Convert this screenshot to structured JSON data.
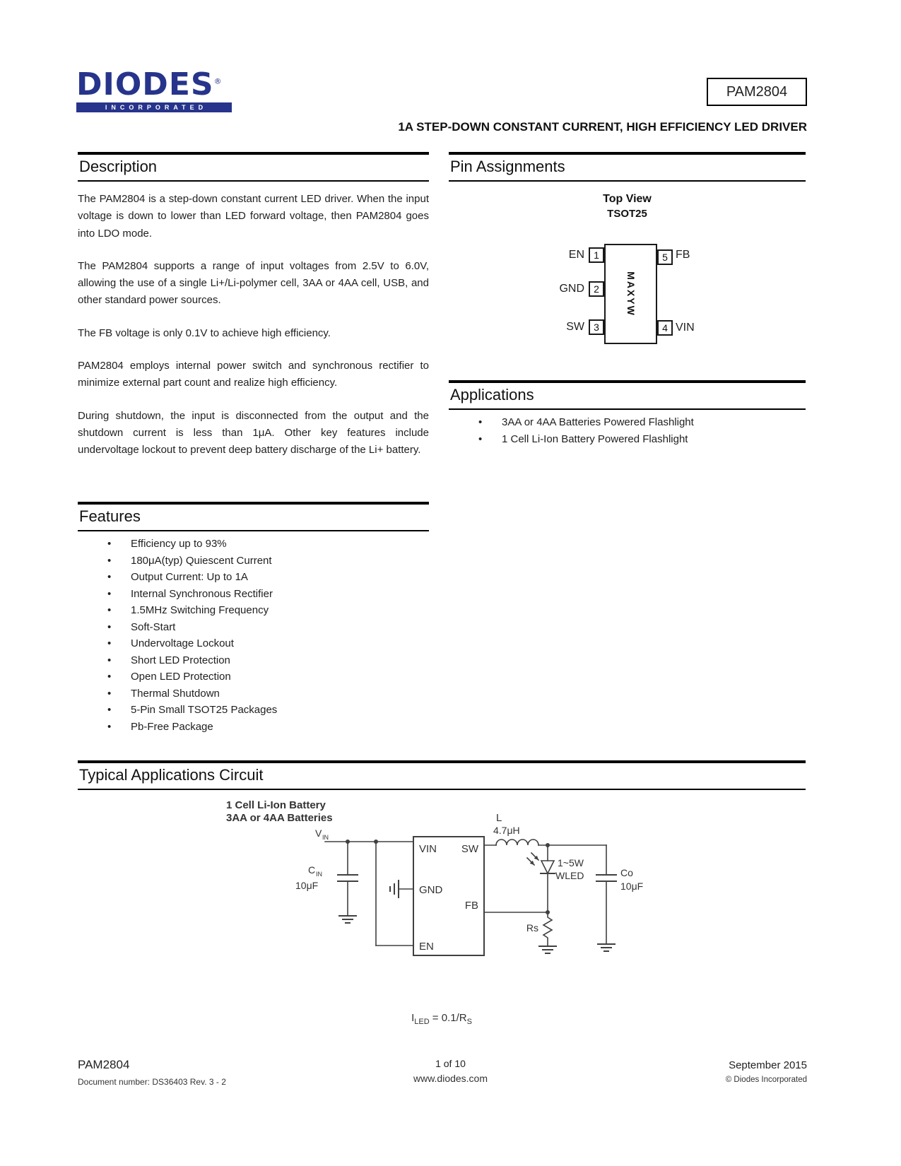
{
  "header": {
    "logo_main": "DIODES",
    "logo_reg": "®",
    "logo_sub": "INCORPORATED",
    "logo_color": "#27348b",
    "part_number": "PAM2804",
    "title": "1A STEP-DOWN CONSTANT CURRENT, HIGH EFFICIENCY LED DRIVER"
  },
  "description": {
    "heading": "Description",
    "paragraphs": [
      "The PAM2804 is a step-down constant current LED driver. When the input voltage is down to lower than LED forward voltage, then PAM2804 goes into LDO mode.",
      "The PAM2804 supports a range of input voltages from 2.5V to 6.0V, allowing the use of a single Li+/Li-polymer cell, 3AA or 4AA cell, USB, and other standard power sources.",
      "The FB voltage is only 0.1V to achieve high efficiency.",
      "PAM2804 employs internal power switch and synchronous rectifier to minimize external part count and realize high efficiency.",
      "During shutdown, the input is disconnected from the output and the shutdown current is less than 1μA. Other key features include undervoltage lockout to prevent deep battery discharge of the Li+ battery."
    ]
  },
  "pin_assignments": {
    "heading": "Pin Assignments",
    "view": "Top View",
    "package": "TSOT25",
    "marking": "MAXYW",
    "pin1_label": "EN",
    "pin1_num": "1",
    "pin2_label": "GND",
    "pin2_num": "2",
    "pin3_label": "SW",
    "pin3_num": "3",
    "pin4_label": "VIN",
    "pin4_num": "4",
    "pin5_label": "FB",
    "pin5_num": "5"
  },
  "applications": {
    "heading": "Applications",
    "items": [
      "3AA or 4AA Batteries Powered Flashlight",
      "1 Cell Li-Ion Battery Powered Flashlight"
    ]
  },
  "features": {
    "heading": "Features",
    "items": [
      "Efficiency up to 93%",
      "180μA(typ) Quiescent Current",
      "Output Current: Up to 1A",
      "Internal Synchronous Rectifier",
      "1.5MHz Switching Frequency",
      "Soft-Start",
      "Undervoltage Lockout",
      "Short LED Protection",
      "Open LED Protection",
      "Thermal Shutdown",
      "5-Pin Small TSOT25 Packages",
      "Pb-Free Package"
    ]
  },
  "circuit": {
    "heading": "Typical Applications Circuit",
    "source_line1": "1 Cell Li-Ion Battery",
    "source_line2": "3AA or 4AA Batteries",
    "vin_main": "V",
    "vin_sub": "IN",
    "cin_main": "C",
    "cin_sub": "IN",
    "cin_value": "10μF",
    "pin_vin": "VIN",
    "pin_sw": "SW",
    "pin_gnd": "GND",
    "pin_fb": "FB",
    "pin_en": "EN",
    "inductor_name": "L",
    "inductor_value": "4.7μH",
    "led_line1": "1~5W",
    "led_line2": "WLED",
    "co_name": "Co",
    "co_value": "10μF",
    "rs_name": "Rs",
    "formula_p1": "I",
    "formula_p2": "LED",
    "formula_p3": " = 0.1/R",
    "formula_p4": "S"
  },
  "footer": {
    "part": "PAM2804",
    "doc_number": "Document number: DS36403 Rev. 3 - 2",
    "page": "1 of 10",
    "website": "www.diodes.com",
    "date": "September 2015",
    "copyright": "© Diodes Incorporated"
  }
}
